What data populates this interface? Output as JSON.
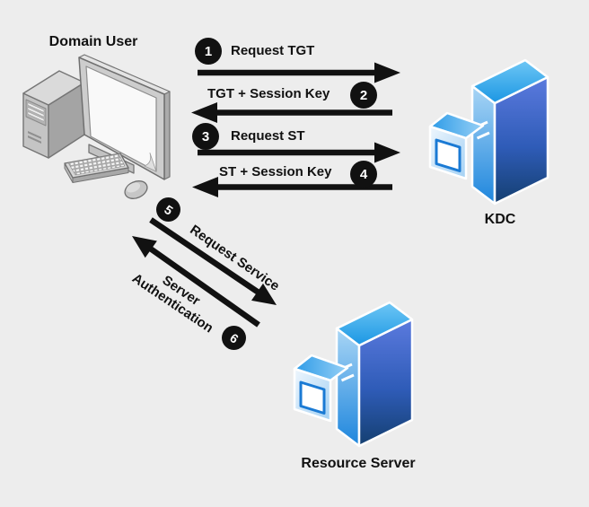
{
  "nodes": {
    "domain_user": {
      "label": "Domain User",
      "icon": "desktop-computer"
    },
    "kdc": {
      "label": "KDC",
      "icon": "server"
    },
    "resource_server": {
      "label": "Resource Server",
      "icon": "server"
    }
  },
  "steps": [
    {
      "num": "1",
      "label": "Request TGT",
      "from": "domain_user",
      "to": "kdc",
      "direction": "right"
    },
    {
      "num": "2",
      "label": "TGT + Session Key",
      "from": "kdc",
      "to": "domain_user",
      "direction": "left"
    },
    {
      "num": "3",
      "label": "Request ST",
      "from": "domain_user",
      "to": "kdc",
      "direction": "right"
    },
    {
      "num": "4",
      "label": "ST + Session Key",
      "from": "kdc",
      "to": "domain_user",
      "direction": "left"
    },
    {
      "num": "5",
      "label": "Request Service",
      "from": "domain_user",
      "to": "resource_server",
      "direction": "down-right"
    },
    {
      "num": "6",
      "label": "Server Authentication",
      "from": "resource_server",
      "to": "domain_user",
      "direction": "up-left"
    }
  ],
  "colors": {
    "background": "#ededed",
    "arrow": "#111111",
    "badge_bg": "#111111",
    "badge_text": "#ffffff",
    "server_top_light": "#6ec7f5",
    "server_front_blue": "#1e86dd",
    "server_side_top": "#5b7ade",
    "server_side_bottom": "#143f70",
    "server_box_border": "#1a7ad4",
    "computer_gray": "#c4c4c4"
  }
}
